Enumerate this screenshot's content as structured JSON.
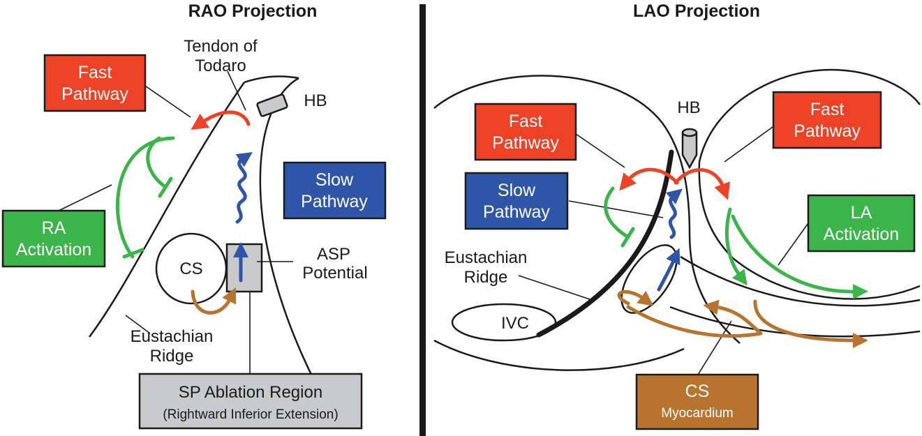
{
  "colors": {
    "fast": "#ee4226",
    "slow": "#2e55a8",
    "activation": "#3bb54a",
    "cs": "#b8732f",
    "ablation": "#c9cacc",
    "ink": "#1a1a1a"
  },
  "rao": {
    "title": "RAO Projection",
    "fast_pathway": [
      "Fast",
      "Pathway"
    ],
    "tendon": [
      "Tendon of",
      "Todaro"
    ],
    "hb": "HB",
    "slow_pathway": [
      "Slow",
      "Pathway"
    ],
    "ra_activation": [
      "RA",
      "Activation"
    ],
    "cs": "CS",
    "asp_potential": [
      "ASP",
      "Potential"
    ],
    "eustachian_ridge": [
      "Eustachian",
      "Ridge"
    ],
    "sp_ablation": [
      "SP Ablation Region",
      "(Rightward Inferior Extension)"
    ]
  },
  "lao": {
    "title": "LAO Projection",
    "hb": "HB",
    "fast_pathway_left": [
      "Fast",
      "Pathway"
    ],
    "fast_pathway_right": [
      "Fast",
      "Pathway"
    ],
    "slow_pathway": [
      "Slow",
      "Pathway"
    ],
    "la_activation": [
      "LA",
      "Activation"
    ],
    "eustachian_ridge": [
      "Eustachian",
      "Ridge"
    ],
    "ivc": "IVC",
    "cs_myocardium": [
      "CS",
      "Myocardium"
    ]
  }
}
